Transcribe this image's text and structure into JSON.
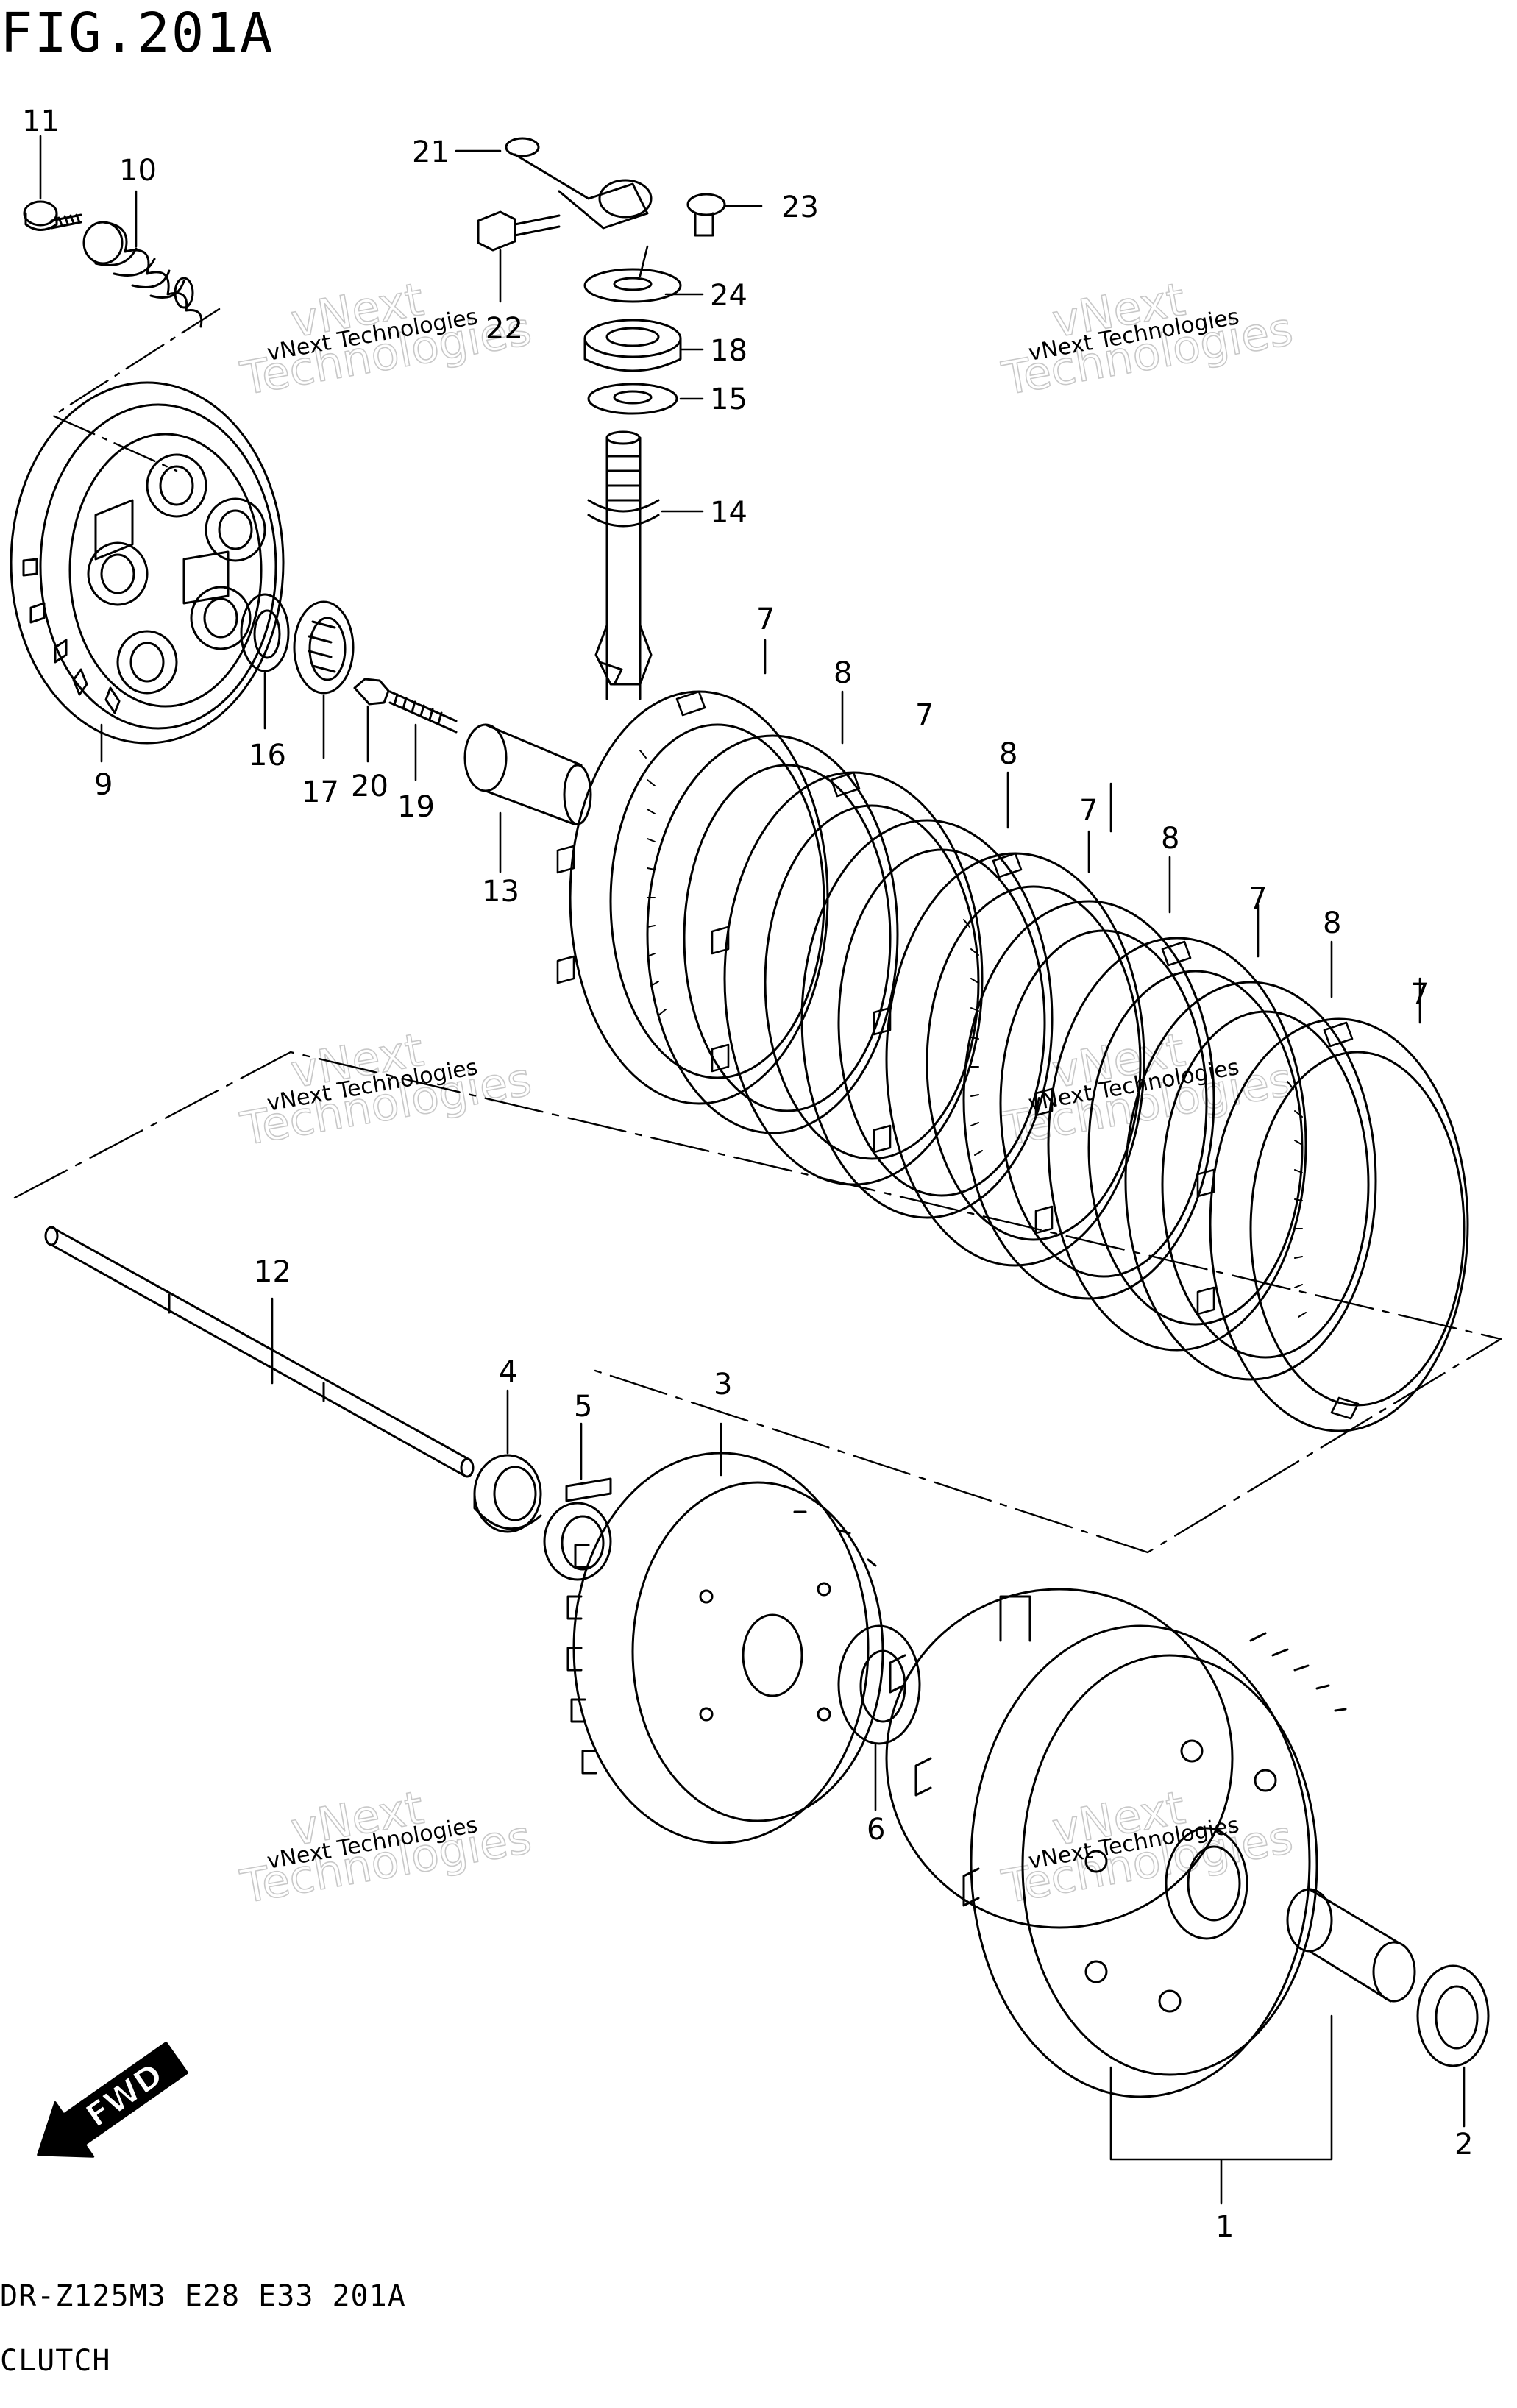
{
  "figure": {
    "title": "FIG.201A",
    "footer_line1": "DR-Z125M3 E28 E33 201A",
    "footer_line2": "CLUTCH"
  },
  "watermark": {
    "line1": "vNext Technologies",
    "line2": "vNext",
    "line3": "Technologies"
  },
  "fwd_label": "FWD",
  "colors": {
    "ink": "#000000",
    "paper": "#ffffff",
    "watermark": "#c8c8c8"
  },
  "callouts": [
    {
      "num": "1"
    },
    {
      "num": "2"
    },
    {
      "num": "3"
    },
    {
      "num": "4"
    },
    {
      "num": "5"
    },
    {
      "num": "6"
    },
    {
      "num": "7"
    },
    {
      "num": "7"
    },
    {
      "num": "7"
    },
    {
      "num": "7"
    },
    {
      "num": "7"
    },
    {
      "num": "8"
    },
    {
      "num": "8"
    },
    {
      "num": "8"
    },
    {
      "num": "8"
    },
    {
      "num": "9"
    },
    {
      "num": "10"
    },
    {
      "num": "11"
    },
    {
      "num": "12"
    },
    {
      "num": "13"
    },
    {
      "num": "14"
    },
    {
      "num": "15"
    },
    {
      "num": "16"
    },
    {
      "num": "17"
    },
    {
      "num": "18"
    },
    {
      "num": "19"
    },
    {
      "num": "20"
    },
    {
      "num": "21"
    },
    {
      "num": "22"
    },
    {
      "num": "23"
    },
    {
      "num": "24"
    }
  ]
}
